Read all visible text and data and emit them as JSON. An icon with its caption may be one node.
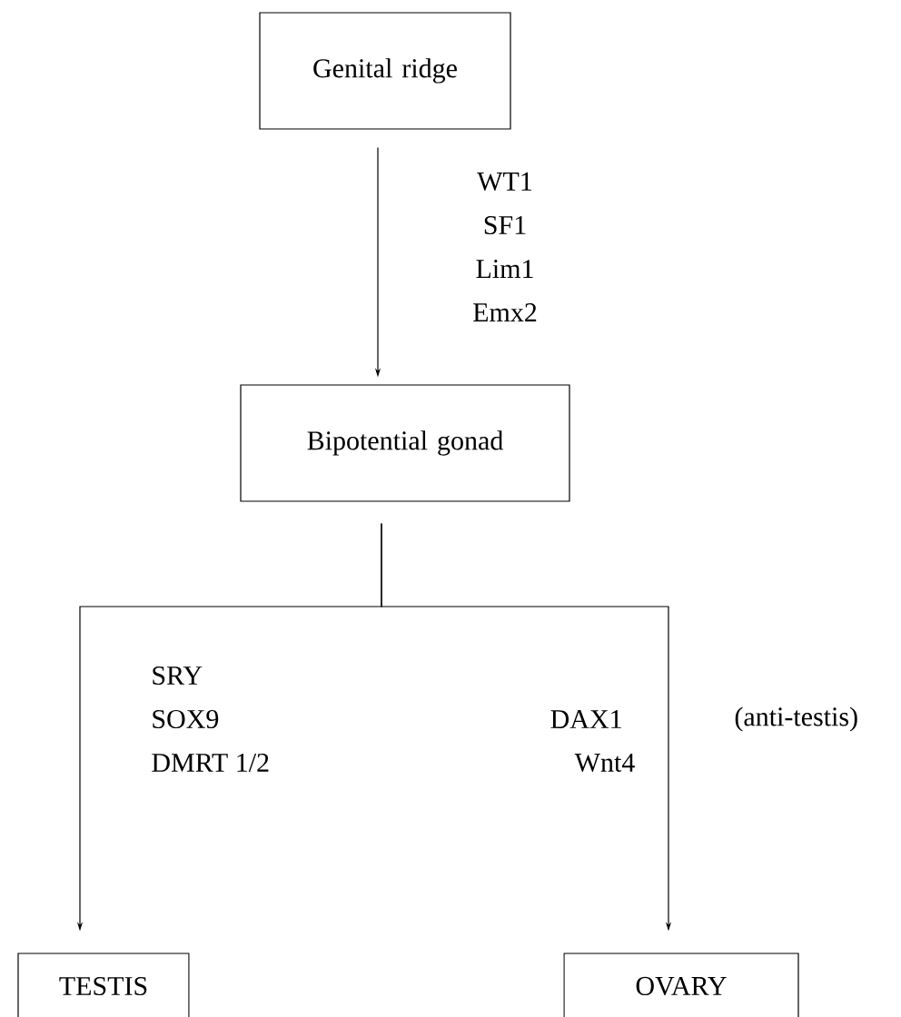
{
  "diagram": {
    "nodes": [
      {
        "text": [
          "Genital ridge"
        ]
      },
      {
        "text": [
          "Bipotential gonad"
        ]
      },
      {
        "text": [
          "TESTIS"
        ]
      },
      {
        "text": [
          "OVARY"
        ]
      }
    ],
    "edges": [
      {
        "from": 0,
        "to": 1,
        "arrow": "to"
      },
      {
        "from": 1,
        "to": 2,
        "arrow": "to"
      },
      {
        "from": 1,
        "to": 3,
        "arrow": "to"
      }
    ],
    "labels": [
      "WT1",
      "SF1",
      "Lim1",
      "Emx2",
      "SRY",
      "SOX9",
      "DAX1",
      "(anti-testis)",
      "DMRT 1/2",
      "Wnt4"
    ]
  }
}
